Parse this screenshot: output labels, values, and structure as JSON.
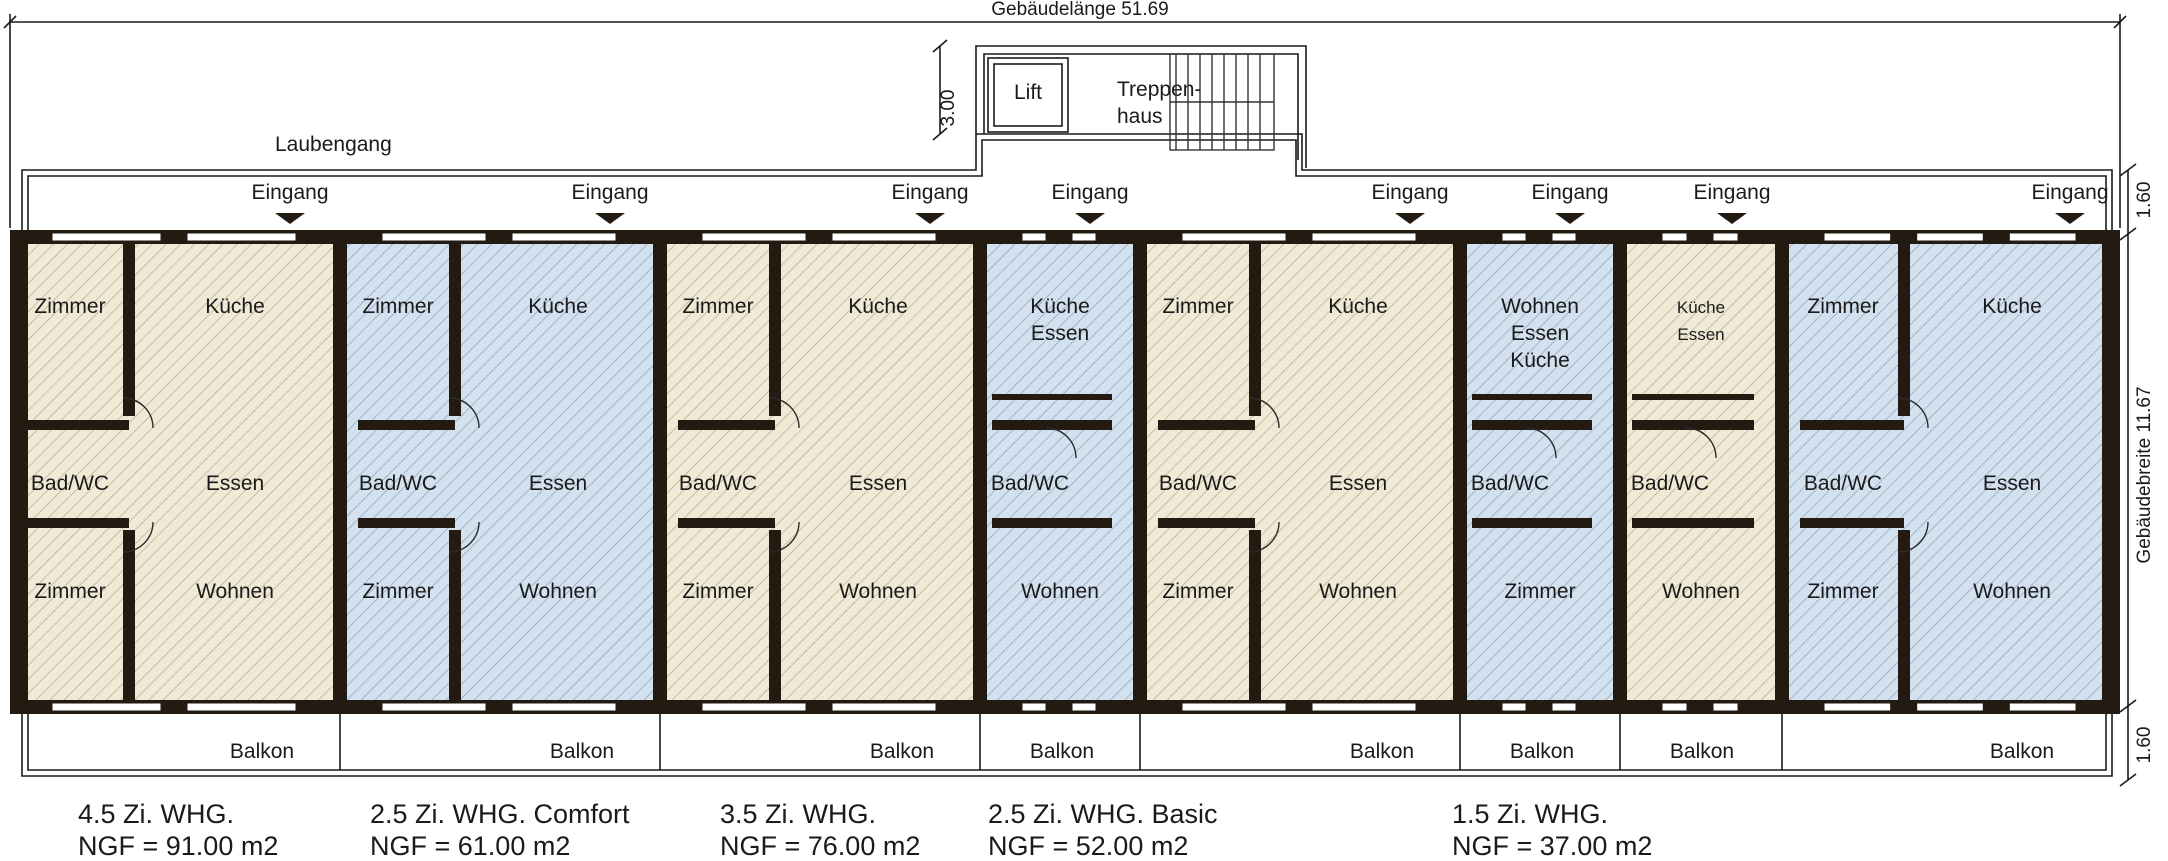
{
  "building": {
    "length_label": "Gebäudelänge 51.69",
    "width_label": "Gebäudebreite 11.67",
    "corridor_depth": "1.60",
    "balcony_depth": "1.60",
    "stair_depth": "3.00",
    "corridor_label": "Laubengang",
    "entrance_label": "Eingang",
    "balcony_label": "Balkon",
    "lift_label": "Lift",
    "stair_label_line1": "Treppen-",
    "stair_label_line2": "haus"
  },
  "colors": {
    "beige_unit": "#efe9d6",
    "blue_unit": "#d3e0ee",
    "wall": "#231a12"
  },
  "units": [
    {
      "type_index": 0,
      "color": "beige",
      "rooms": {
        "zimmer_top": "Zimmer",
        "kitchen": [
          "Küche"
        ],
        "bath": "Bad/WC",
        "dining": "Essen",
        "zimmer_bottom": "Zimmer",
        "living": "Wohnen"
      }
    },
    {
      "type_index": 1,
      "color": "blue",
      "rooms": {
        "zimmer_top": "Zimmer",
        "kitchen": [
          "Küche"
        ],
        "bath": "Bad/WC",
        "dining": "Essen",
        "zimmer_bottom": "Zimmer",
        "living": "Wohnen"
      }
    },
    {
      "type_index": 2,
      "color": "beige",
      "rooms": {
        "zimmer_top": "Zimmer",
        "kitchen": [
          "Küche"
        ],
        "bath": "Bad/WC",
        "dining": "Essen",
        "zimmer_bottom": "Zimmer",
        "living": "Wohnen"
      }
    },
    {
      "type_index": 3,
      "color": "blue",
      "rooms": {
        "kitchen": [
          "Küche",
          "Essen"
        ],
        "bath": "Bad/WC",
        "living": "Wohnen"
      }
    },
    {
      "type_index": 2,
      "color": "beige",
      "rooms": {
        "zimmer_top": "Zimmer",
        "kitchen": [
          "Küche"
        ],
        "bath": "Bad/WC",
        "dining": "Essen",
        "zimmer_bottom": "Zimmer",
        "living": "Wohnen"
      }
    },
    {
      "type_index": 4,
      "color": "blue",
      "rooms": {
        "kitchen": [
          "Wohnen",
          "Essen",
          "Küche"
        ],
        "bath": "Bad/WC",
        "living": "Zimmer"
      }
    },
    {
      "type_index": 4,
      "color": "beige",
      "rooms": {
        "kitchen": [
          "Küche",
          "Essen"
        ],
        "bath": "Bad/WC",
        "living": "Wohnen"
      }
    },
    {
      "type_index": 1,
      "color": "blue",
      "rooms": {
        "zimmer_top": "Zimmer",
        "kitchen": [
          "Küche"
        ],
        "bath": "Bad/WC",
        "dining": "Essen",
        "zimmer_bottom": "Zimmer",
        "living": "Wohnen"
      }
    }
  ],
  "legend": [
    {
      "name": "4.5 Zi. WHG.",
      "area": "NGF = 91.00 m2"
    },
    {
      "name": "2.5 Zi. WHG. Comfort",
      "area": "NGF = 61.00 m2"
    },
    {
      "name": "3.5 Zi. WHG.",
      "area": "NGF = 76.00 m2"
    },
    {
      "name": "2.5 Zi. WHG. Basic",
      "area": "NGF = 52.00 m2"
    },
    {
      "name": "1.5 Zi. WHG.",
      "area": "NGF = 37.00 m2"
    }
  ]
}
